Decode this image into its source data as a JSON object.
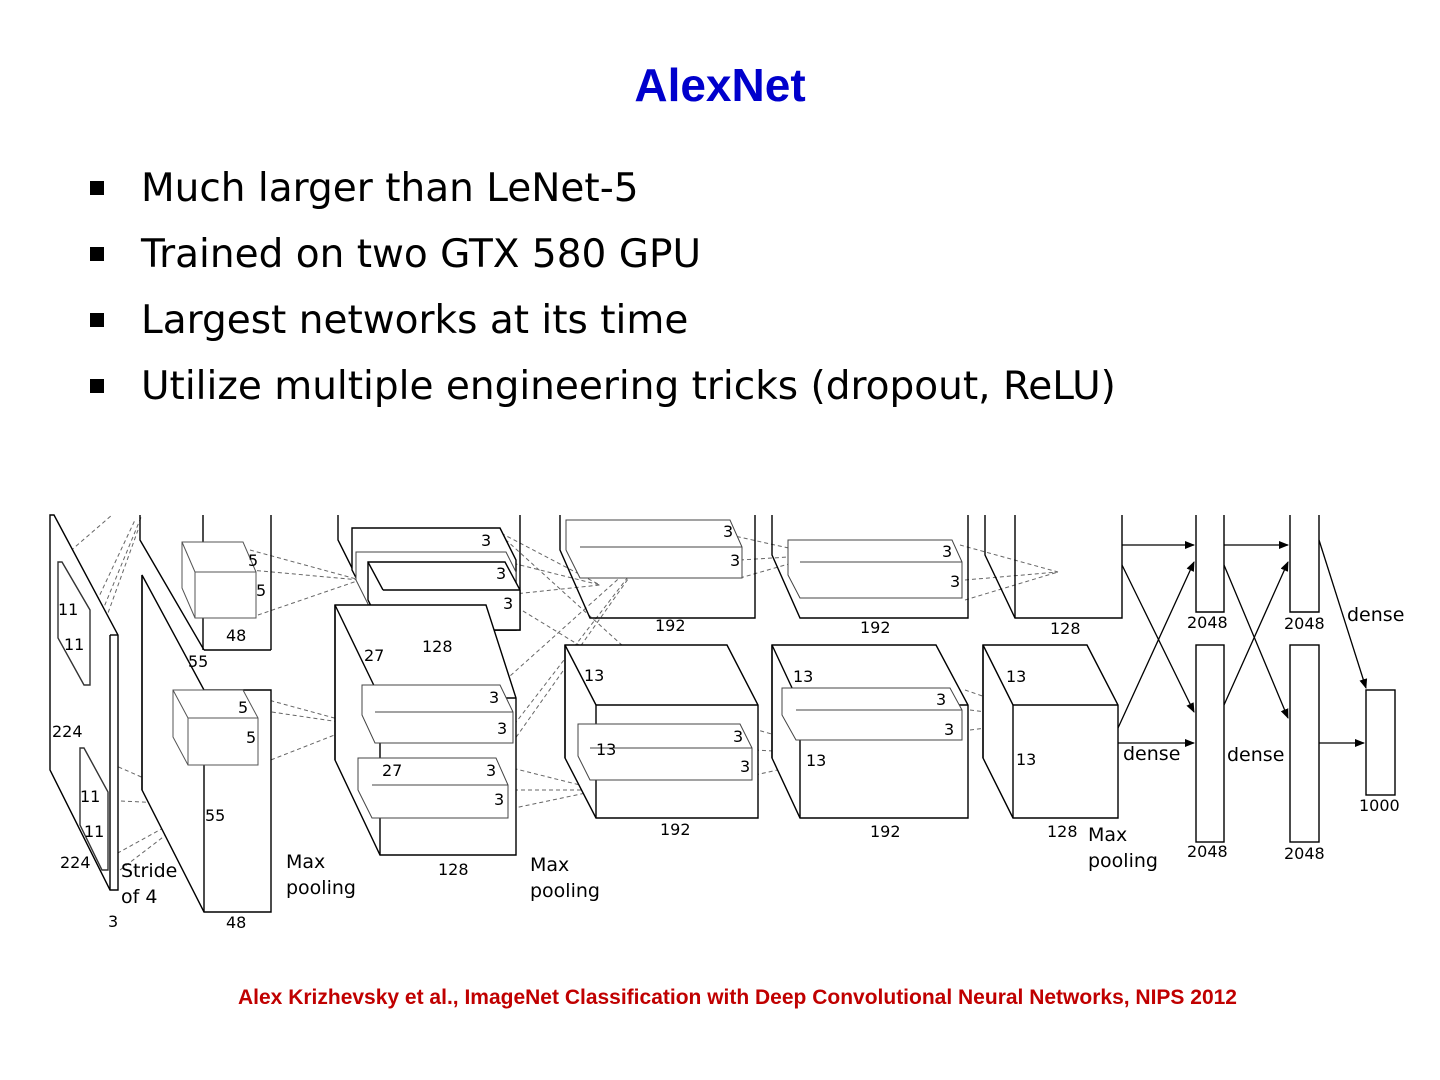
{
  "slide": {
    "title": "AlexNet",
    "bullets": [
      "Much larger than LeNet-5",
      "Trained on two GTX 580 GPU",
      "Largest networks at its time",
      "Utilize multiple engineering tricks (dropout, ReLU)"
    ],
    "citation": "Alex Krizhevsky et al., ImageNet Classification with Deep Convolutional Neural Networks, NIPS 2012"
  },
  "diagram": {
    "input": {
      "height": "224",
      "width": "224",
      "depth": "3",
      "kernel_h": "11",
      "kernel_w": "11",
      "kernel2_h": "11",
      "kernel2_w": "11",
      "stride": [
        "Stride",
        "of 4"
      ]
    },
    "conv1": {
      "size_a": "55",
      "size_b": "55",
      "kernel_top_h": "5",
      "kernel_top_w": "5",
      "kernel_bot_h": "5",
      "kernel_bot_w": "5",
      "depth_top": "48",
      "depth_bot": "48"
    },
    "pool1": [
      "Max",
      "pooling"
    ],
    "conv2": {
      "size_a": "27",
      "size_b": "27",
      "depth_top": "128",
      "depth_bot": "128",
      "k1_h": "3",
      "k1_w": "3",
      "k2_h": "3",
      "k2_w": "3",
      "k3_h": "3",
      "k3_w": "3",
      "k4_h": "3",
      "k4_w": "3"
    },
    "pool2": [
      "Max",
      "pooling"
    ],
    "conv3": {
      "size_a": "13",
      "size_b": "13",
      "depth_top": "192",
      "depth_bot": "192",
      "k_top_h": "3",
      "k_top_w": "3",
      "k_bot_h": "3",
      "k_bot_w": "3"
    },
    "conv4": {
      "size_a": "13",
      "size_b": "13",
      "depth_top": "192",
      "depth_bot": "192",
      "k_top_h": "3",
      "k_top_w": "3",
      "k_bot_h": "3",
      "k_bot_w": "3"
    },
    "conv5": {
      "size_a": "13",
      "size_b": "13",
      "depth_top": "128",
      "depth_bot": "128"
    },
    "pool3": [
      "Max",
      "pooling"
    ],
    "fc6": {
      "top": "2048",
      "bot": "2048",
      "label": "dense"
    },
    "fc7": {
      "top": "2048",
      "bot": "2048",
      "label": "dense"
    },
    "fc8": {
      "size": "1000",
      "label": "dense"
    }
  }
}
